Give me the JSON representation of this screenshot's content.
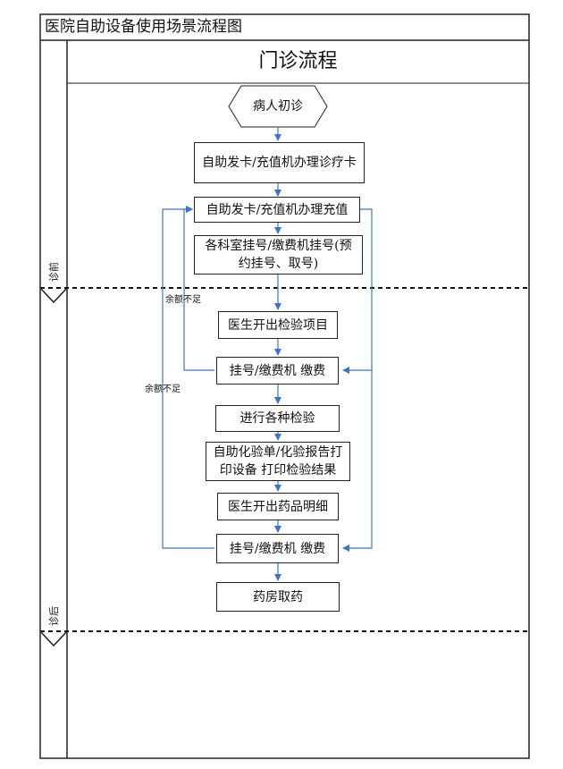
{
  "diagram": {
    "title": "医院自助设备使用场景流程图",
    "section_title": "门诊流程",
    "lanes": {
      "pre": "诊前",
      "post": "诊后"
    },
    "nodes": {
      "start": "病人初诊",
      "card_issue": "自助发卡/充值机办理诊疗卡",
      "recharge": "自助发卡/充值机办理充值",
      "register_line1": "各科室挂号/缴费机挂号(预",
      "register_line2": "约挂号、取号)",
      "doctor_exam": "医生开出检验项目",
      "pay1": "挂号/缴费机 缴费",
      "do_exam": "进行各种检验",
      "report_line1": "自助化验单/化验报告打",
      "report_line2": "印设备 打印检验结果",
      "doctor_drug": "医生开出药品明细",
      "pay2": "挂号/缴费机 缴费",
      "pharmacy": "药房取药"
    },
    "notes": {
      "insufficient1": "余额不足",
      "insufficient2": "余额不足"
    },
    "colors": {
      "arrow": "#3f74c0",
      "border": "#222222"
    }
  }
}
